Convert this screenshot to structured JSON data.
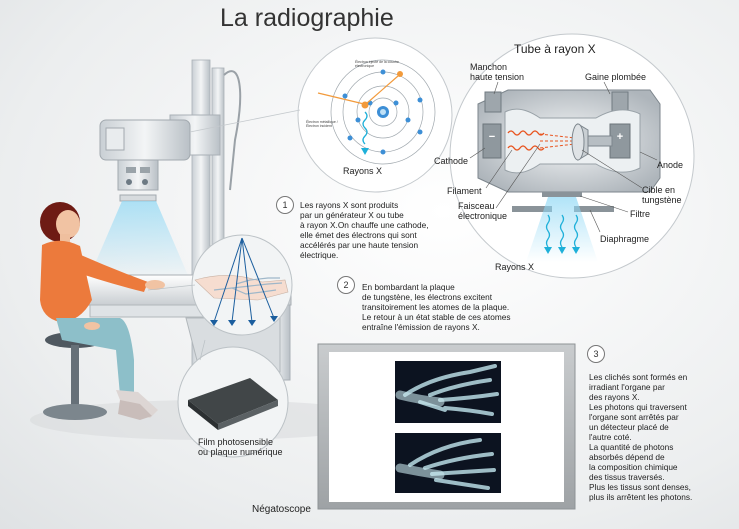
{
  "title": "La radiographie",
  "atom_panel": {
    "label_electron_ejected": "Électron éjecté de la couche électronique",
    "label_electron_incident": "Électron métallique / Électron incident",
    "label_rayons_x": "Rayons X"
  },
  "tube_panel": {
    "title": "Tube à rayon X",
    "labels": {
      "manchon": "Manchon\nhaute tension",
      "gaine": "Gaine plombée",
      "cathode": "Cathode",
      "anode": "Anode",
      "filament": "Filament",
      "faisceau": "Faisceau\nélectronique",
      "cible": "Cible en\ntungstène",
      "filtre": "Filtre",
      "diaphragme": "Diaphragme",
      "rayons_x": "Rayons X"
    },
    "cathode_symbol": "−",
    "anode_symbol": "+"
  },
  "steps": [
    {
      "number": "1",
      "text": "Les rayons X sont produits\npar un générateur X ou tube\nà rayon X.On chauffe une cathode,\nelle émet des électrons qui sont\naccélérés par une haute tension\nélectrique."
    },
    {
      "number": "2",
      "text": "En bombardant la plaque\nde tungstène, les électrons excitent\ntransitoirement les atomes de la plaque.\nLe retour à un état stable de ces atomes\nentraîne l'émission de rayons X."
    },
    {
      "number": "3",
      "text": "Les clichés sont formés en\nirradiant l'organe par\ndes rayons X.\nLes photons qui traversent\nl'organe sont arrêtés par\nun détecteur placé de\nl'autre coté.\nLa quantité de photons\nabsorbés dépend de\nla composition chimique\ndes tissus traversés.\nPlus les tissus sont denses,\nplus ils arrêtent les photons."
    }
  ],
  "film_label": "Film photosensible\nou plaque numérique",
  "negatoscope_label": "Négatoscope"
}
